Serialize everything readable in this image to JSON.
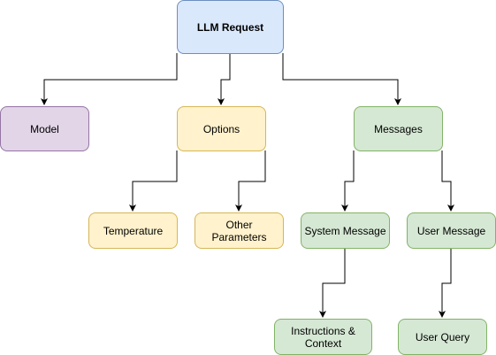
{
  "colors": {
    "blue_fill": "#dae8fc",
    "blue_stroke": "#6c8ebf",
    "purple_fill": "#e1d5e7",
    "purple_stroke": "#9673a6",
    "yellow_fill": "#fff2cc",
    "yellow_stroke": "#d6b656",
    "green_fill": "#d5e8d4",
    "green_stroke": "#82b366",
    "edge": "#000000"
  },
  "nodes": {
    "llm_request": "LLM Request",
    "model": "Model",
    "options": "Options",
    "messages": "Messages",
    "temperature": "Temperature",
    "other_parameters": "Other Parameters",
    "system_message": "System Message",
    "user_message": "User Message",
    "instructions_context": "Instructions &\nContext",
    "user_query": "User Query"
  }
}
